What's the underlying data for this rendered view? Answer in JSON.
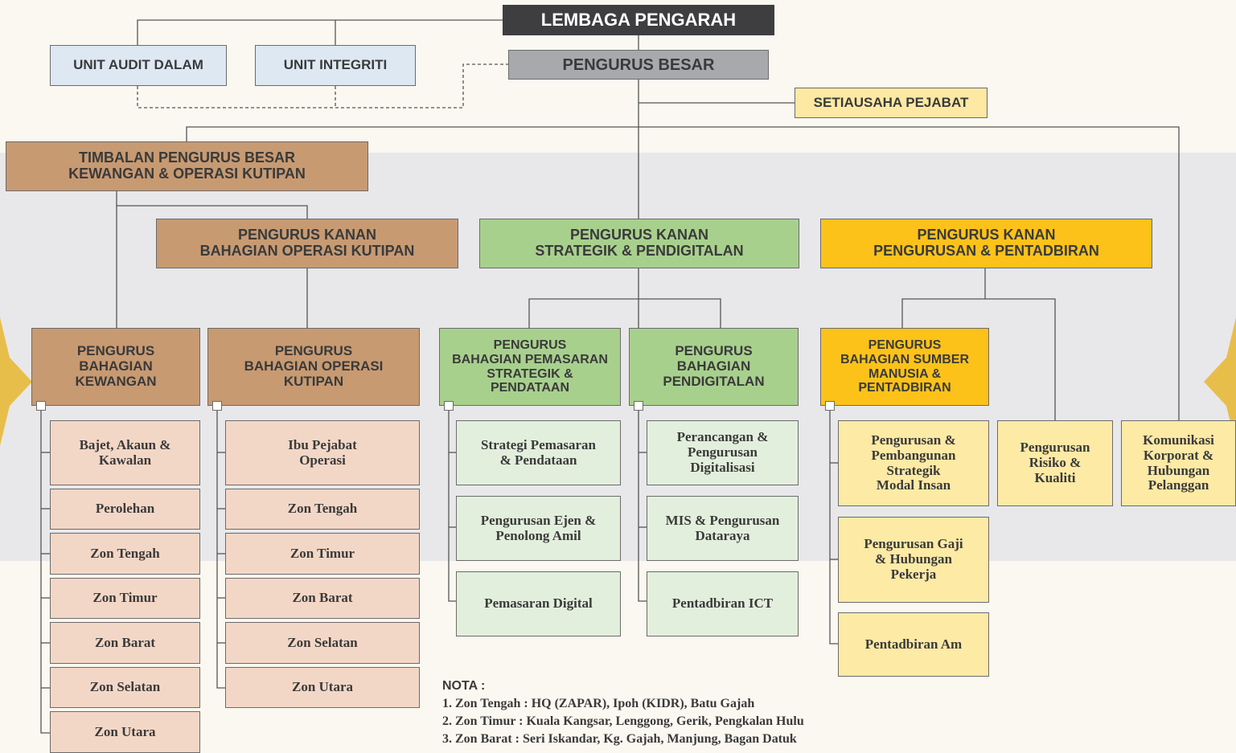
{
  "colors": {
    "dark": "#3e3e40",
    "grey": "#a7a9ac",
    "blue": "#dde8f3",
    "yellow_light": "#fde9a3",
    "brown": "#c79a72",
    "peach": "#f3d7c6",
    "green": "#a8d08d",
    "green_light": "#e3efdd",
    "gold": "#fcc21a",
    "cream": "#fdeaa5"
  },
  "chart": {
    "top": "LEMBAGA PENGARAH",
    "audit": "UNIT AUDIT DALAM",
    "integriti": "UNIT INTEGRITI",
    "pengurus_besar": "PENGURUS BESAR",
    "setiausaha": "SETIAUSAHA PEJABAT",
    "timbalan": "TIMBALAN PENGURUS BESAR\nKEWANGAN & OPERASI KUTIPAN",
    "pk_operasi": "PENGURUS KANAN\nBAHAGIAN OPERASI KUTIPAN",
    "pk_strategik": "PENGURUS KANAN\nSTRATEGIK & PENDIGITALAN",
    "pk_pengurusan": "PENGURUS KANAN\nPENGURUSAN & PENTADBIRAN",
    "pb_kewangan": "PENGURUS\nBAHAGIAN\nKEWANGAN",
    "pb_operasi": "PENGURUS\nBAHAGIAN OPERASI\nKUTIPAN",
    "pb_pemasaran": "PENGURUS\nBAHAGIAN PEMASARAN\nSTRATEGIK &\nPENDATAAN",
    "pb_pendigitalan": "PENGURUS\nBAHAGIAN\nPENDIGITALAN",
    "pb_sumber": "PENGURUS\nBAHAGIAN SUMBER\nMANUSIA &\nPENTADBIRAN",
    "risiko": "Pengurusan\nRisiko &\nKualiti",
    "komunikasi": "Komunikasi\nKorporat &\nHubungan\nPelanggan"
  },
  "kewangan_units": [
    "Bajet, Akaun &\nKawalan",
    "Perolehan",
    "Zon Tengah",
    "Zon Timur",
    "Zon Barat",
    "Zon Selatan",
    "Zon Utara"
  ],
  "operasi_units": [
    "Ibu Pejabat\nOperasi",
    "Zon Tengah",
    "Zon Timur",
    "Zon Barat",
    "Zon Selatan",
    "Zon Utara"
  ],
  "pemasaran_units": [
    "Strategi Pemasaran\n& Pendataan",
    "Pengurusan Ejen &\nPenolong Amil",
    "Pemasaran Digital"
  ],
  "pendigitalan_units": [
    "Perancangan &\nPengurusan\nDigitalisasi",
    "MIS & Pengurusan\nDataraya",
    "Pentadbiran ICT"
  ],
  "sumber_units": [
    "Pengurusan &\nPembangunan\nStrategik\nModal Insan",
    "Pengurusan Gaji\n& Hubungan\nPekerja",
    "Pentadbiran Am"
  ],
  "nota": {
    "title": "NOTA :",
    "items": [
      "1.  Zon Tengah : HQ (ZAPAR), Ipoh (KIDR), Batu Gajah",
      "2.  Zon Timur : Kuala Kangsar, Lenggong, Gerik, Pengkalan Hulu",
      "3.  Zon Barat : Seri Iskandar, Kg. Gajah, Manjung, Bagan Datuk"
    ]
  },
  "icons": [
    "star-ornament-icon"
  ]
}
